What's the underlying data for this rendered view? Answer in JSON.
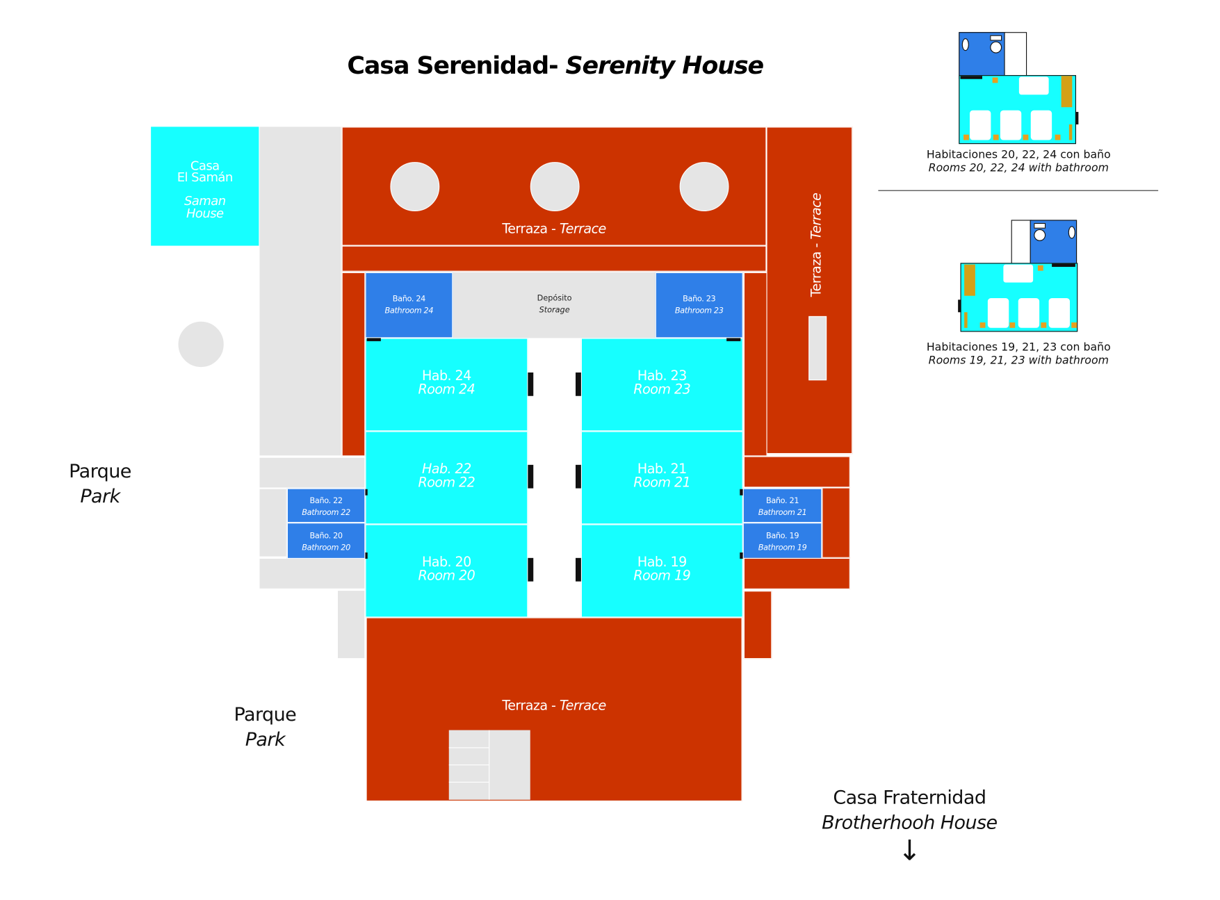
{
  "title": {
    "es": "Casa Serenidad-",
    "en": "Serenity House"
  },
  "colors": {
    "terrace": "#cc3300",
    "room": "#16ffff",
    "bathroom": "#2f7fe8",
    "path": "#e5e5e5",
    "annex": "#16ffff"
  },
  "casa_saman": {
    "es_line1": "Casa",
    "es_line2": "El Samán",
    "en_line1": "Saman",
    "en_line2": "House"
  },
  "terraces": {
    "top": {
      "es": "Terraza -",
      "en": "Terrace"
    },
    "right": {
      "es": "Terraza -",
      "en": "Terrace"
    },
    "bottom": {
      "es": "Terraza -",
      "en": "Terrace"
    }
  },
  "storage": {
    "es": "Depósito",
    "en": "Storage"
  },
  "bathrooms": {
    "b24": {
      "es": "Baño. 24",
      "en": "Bathroom 24"
    },
    "b23": {
      "es": "Baño. 23",
      "en": "Bathroom 23"
    },
    "b22": {
      "es": "Baño. 22",
      "en": "Bathroom 22"
    },
    "b20": {
      "es": "Baño. 20",
      "en": "Bathroom 20"
    },
    "b21": {
      "es": "Baño. 21",
      "en": "Bathroom 21"
    },
    "b19": {
      "es": "Baño. 19",
      "en": "Bathroom 19"
    }
  },
  "rooms": {
    "r24": {
      "es": "Hab. 24",
      "en": "Room 24"
    },
    "r23": {
      "es": "Hab. 23",
      "en": "Room 23"
    },
    "r22": {
      "es": "Hab. 22",
      "en": "Room 22"
    },
    "r21": {
      "es": "Hab. 21",
      "en": "Room 21"
    },
    "r20": {
      "es": "Hab. 20",
      "en": "Room 20"
    },
    "r19": {
      "es": "Hab. 19",
      "en": "Room 19"
    }
  },
  "parks": [
    {
      "es": "Parque",
      "en": "Park"
    },
    {
      "es": "Parque",
      "en": "Park"
    }
  ],
  "casa_fraternidad": {
    "es": "Casa Fraternidad",
    "en": "Brotherhooh House",
    "arrow": "↓"
  },
  "legend": {
    "type_a": {
      "es": "Habitaciones 20, 22, 24 con baño",
      "en": "Rooms 20, 22, 24 with bathroom"
    },
    "type_b": {
      "es": "Habitaciones 19, 21, 23 con baño",
      "en": "Rooms 19, 21, 23 with bathroom"
    }
  }
}
